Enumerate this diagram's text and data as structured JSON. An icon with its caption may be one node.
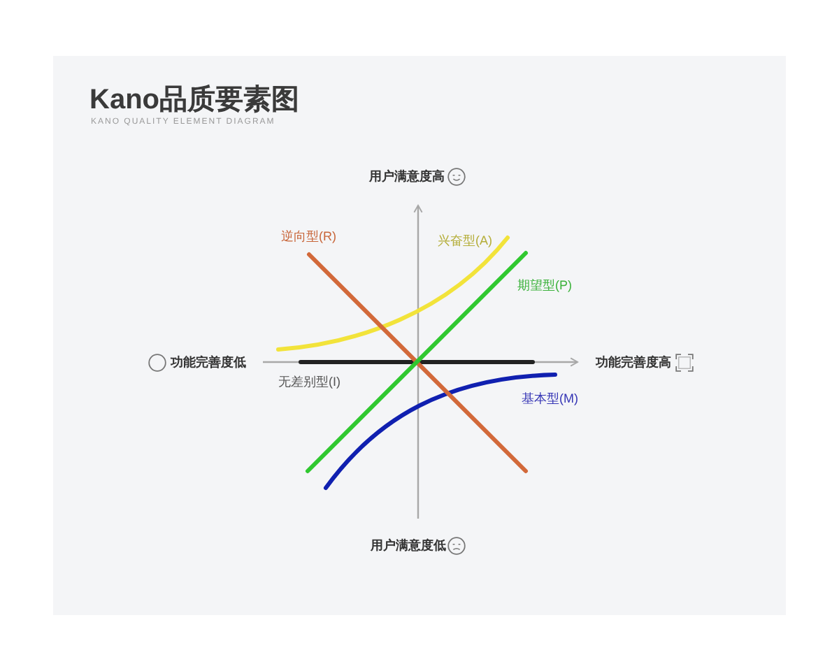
{
  "diagram": {
    "title": "Kano品质要素图",
    "labels": [
      "KANO QUALITY ELEMENT DIAGRAM",
      "用户满意度高",
      "逆向型(R)",
      "兴奋型(A)",
      "期望型(P)",
      "功能完善度低",
      "功能完善度高",
      "无差别型(I)",
      "基本型(M)",
      "用户满意度低"
    ]
  }
}
